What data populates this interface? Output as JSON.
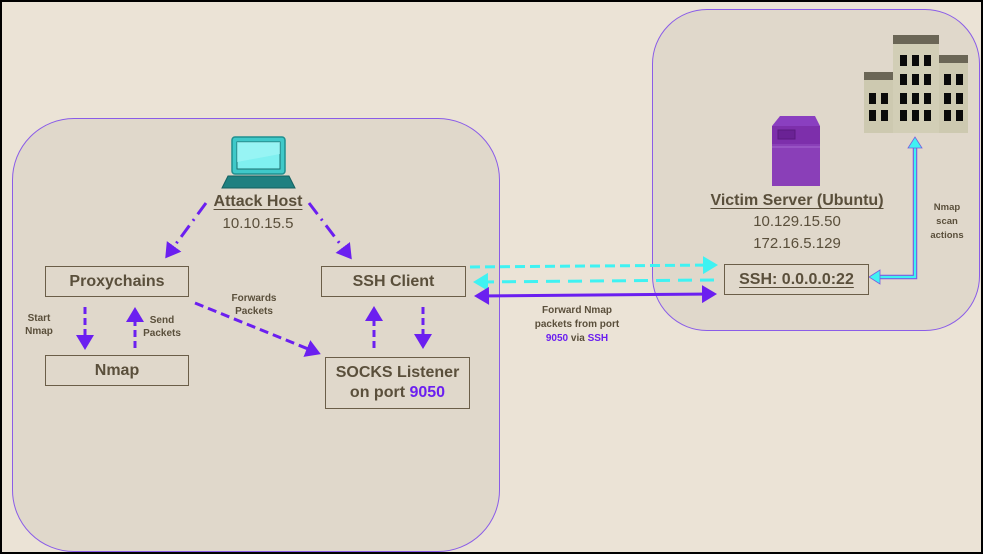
{
  "colors": {
    "background": "#ebe3d6",
    "zone_fill": "#e0d8cb",
    "zone_border": "#8a5ce8",
    "arrow_purple": "#6b1ff0",
    "arrow_cyan": "#3ff2f2",
    "text": "#5a4f3b"
  },
  "attack_host": {
    "icon": "laptop-icon",
    "title": "Attack Host",
    "ip": "10.10.15.5"
  },
  "boxes": {
    "proxychains": "Proxychains",
    "nmap": "Nmap",
    "ssh_client": "SSH Client",
    "socks_line1": "SOCKS Listener",
    "socks_line2_prefix": "on port ",
    "socks_port": "9050"
  },
  "labels": {
    "start_nmap_1": "Start",
    "start_nmap_2": "Nmap",
    "send_packets_1": "Send",
    "send_packets_2": "Packets",
    "forwards_packets_1": "Forwards",
    "forwards_packets_2": "Packets",
    "forward_nmap_1": "Forward Nmap",
    "forward_nmap_2": "packets from port",
    "forward_nmap_port": "9050",
    "forward_nmap_via": " via ",
    "forward_nmap_ssh": "SSH",
    "nmap_scan_1": "Nmap",
    "nmap_scan_2": "scan",
    "nmap_scan_3": "actions"
  },
  "victim": {
    "icon": "server-icon",
    "title": "Victim Server (Ubuntu)",
    "ip1": "10.129.15.50",
    "ip2": "172.16.5.129",
    "ssh_box": "SSH: 0.0.0.0:22",
    "network_icon": "building-icon"
  }
}
